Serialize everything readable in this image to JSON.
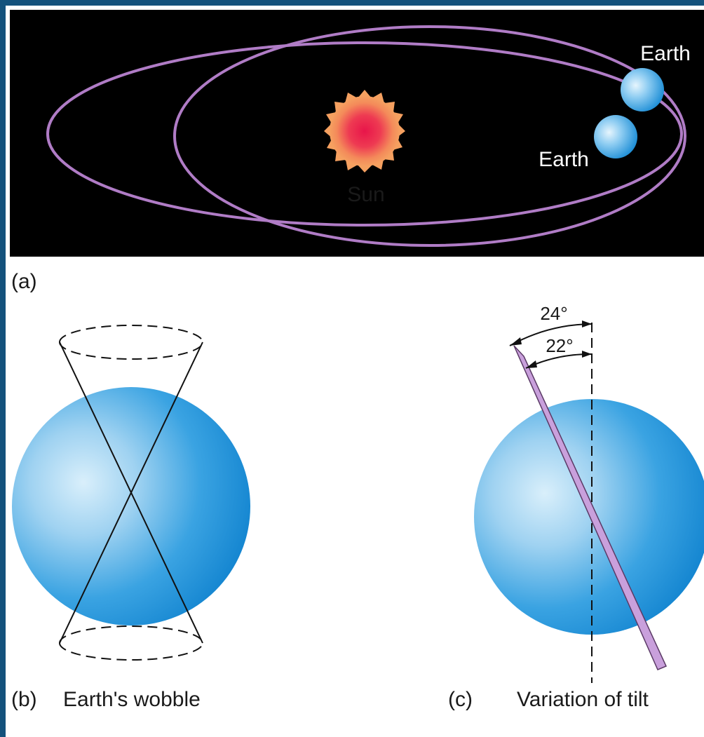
{
  "panel_a": {
    "tag": "(a)",
    "sun_label": "Sun",
    "earth_label_upper": "Earth",
    "earth_label_lower": "Earth"
  },
  "panel_b": {
    "tag": "(b)",
    "caption": "Earth's wobble"
  },
  "panel_c": {
    "tag": "(c)",
    "caption": "Variation of tilt",
    "max_tilt_label": "24°",
    "min_tilt_label": "22°"
  },
  "colors": {
    "frame_blue": "#14527c",
    "paper": "#ffffff",
    "orbit_purple": "#b07cc6",
    "sun_red": "#e8194a",
    "sun_orange": "#f48a5a",
    "earth_blue": "#1e90d8",
    "axis_purple": "#c9a0dc"
  }
}
